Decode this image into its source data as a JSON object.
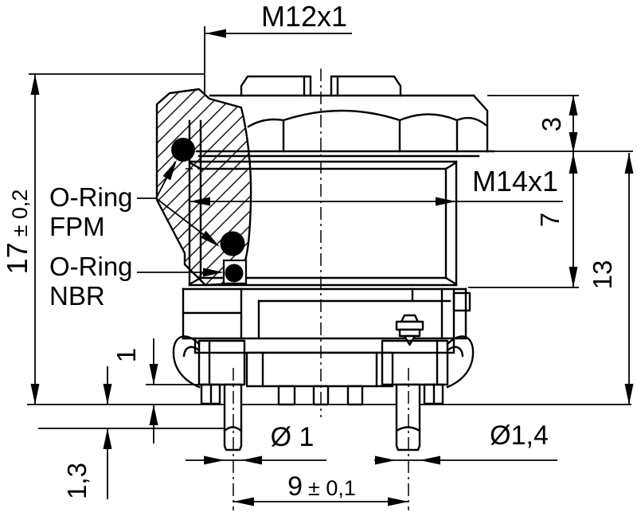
{
  "drawing": {
    "labels": {
      "thread_top": "M12x1",
      "thread_side": "M14x1",
      "height_value": "17",
      "height_tol": "± 0,2",
      "dim_flange": "3",
      "dim_thread_len": "7",
      "dim_body_len": "13",
      "dim_standoff": "1",
      "dim_pin_shoulder": "1,3",
      "dia_small_pin": "Ø 1",
      "dia_large_pin": "Ø1,4",
      "pitch_value": "9",
      "pitch_tol": "± 0,1",
      "oring_fpm_line1": "O-Ring",
      "oring_fpm_line2": "FPM",
      "oring_nbr_line1": "O-Ring",
      "oring_nbr_line2": "NBR"
    },
    "colors": {
      "line": "#000000",
      "background": "#ffffff",
      "oring_fill": "#000000"
    }
  }
}
